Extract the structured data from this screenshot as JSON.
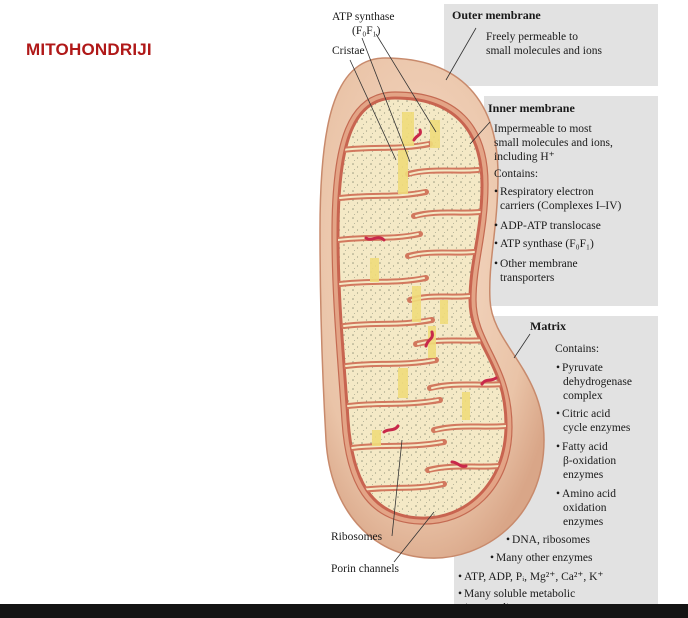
{
  "slide": {
    "title": "MITOHONDRIJI"
  },
  "outer_membrane": {
    "heading": "Outer membrane",
    "lines": [
      "Freely permeable to",
      "small molecules and ions"
    ]
  },
  "inner_membrane": {
    "heading": "Inner membrane",
    "lines": [
      "Impermeable to most",
      "small molecules and ions,",
      "including H⁺"
    ],
    "contains": "Contains:",
    "items": [
      [
        "Respiratory electron",
        "carriers (Complexes I–IV)"
      ],
      [
        "ADP-ATP translocase"
      ],
      [
        "ATP synthase (F₀F₁)"
      ],
      [
        "Other membrane",
        "transporters"
      ]
    ]
  },
  "matrix": {
    "heading": "Matrix",
    "contains": "Contains:",
    "items": [
      [
        "Pyruvate",
        "dehydrogenase",
        "complex"
      ],
      [
        "Citric acid",
        "cycle enzymes"
      ],
      [
        "Fatty acid",
        "β-oxidation",
        "enzymes"
      ],
      [
        "Amino acid",
        "oxidation",
        "enzymes"
      ],
      [
        "DNA, ribosomes"
      ],
      [
        "Many other enzymes"
      ],
      [
        "ATP, ADP, Pᵢ, Mg²⁺, Ca²⁺, K⁺"
      ],
      [
        "Many soluble metabolic",
        "intermediates"
      ]
    ]
  },
  "left_labels": {
    "atp_synthase": [
      "ATP synthase",
      "(F₀F₁)"
    ],
    "cristae": "Cristae",
    "ribosomes": "Ribosomes",
    "porin_channels": "Porin channels"
  },
  "colors": {
    "title_red": "#b01818",
    "panel_gray": "#e2e2e2",
    "outer_membrane": "#e8c2a8",
    "inner_membrane": "#d98a6c",
    "matrix_cream": "#f4e9c6",
    "atp_yellow": "#f0dc7a",
    "dna_red": "#c8284a"
  }
}
